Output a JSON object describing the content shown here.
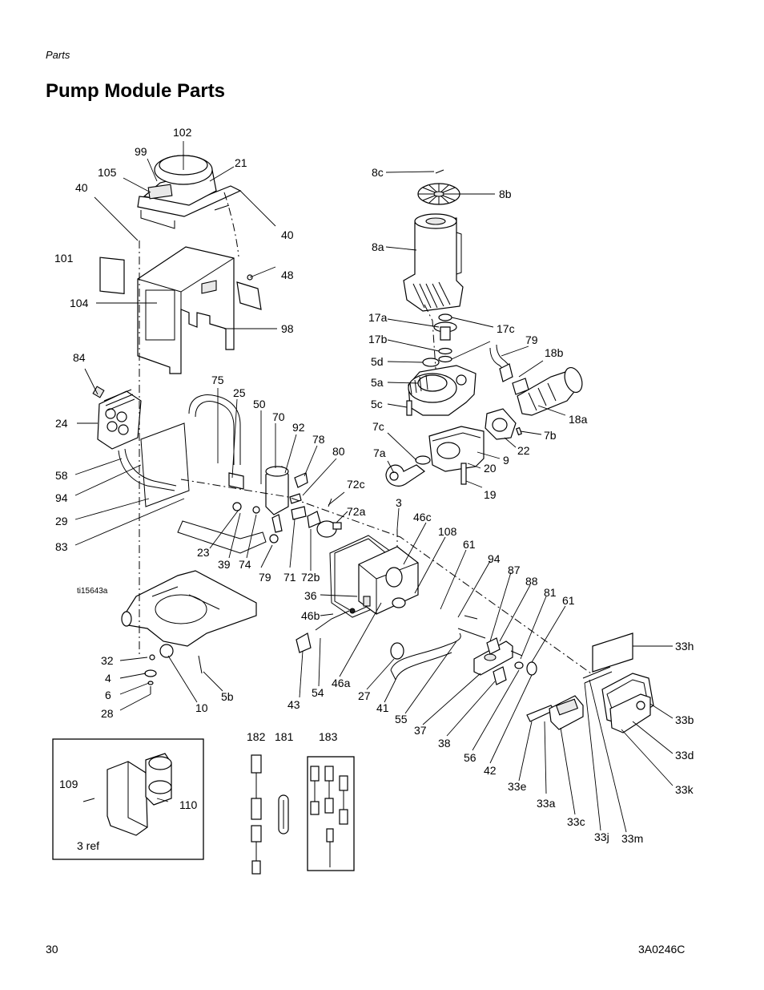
{
  "header": {
    "section": "Parts",
    "title": "Pump Module Parts"
  },
  "footer": {
    "page_number": "30",
    "doc_number": "3A0246C"
  },
  "figure_id": "ti15643a",
  "callouts": {
    "c102": "102",
    "c99": "99",
    "c21": "21",
    "c105": "105",
    "c40a": "40",
    "c40b": "40",
    "c101": "101",
    "c48": "48",
    "c104": "104",
    "c98": "98",
    "c84": "84",
    "c24": "24",
    "c75": "75",
    "c25": "25",
    "c50": "50",
    "c70": "70",
    "c92": "92",
    "c78": "78",
    "c80": "80",
    "c58": "58",
    "c94a": "94",
    "c29": "29",
    "c83": "83",
    "c23": "23",
    "c39": "39",
    "c74": "74",
    "c79a": "79",
    "c71": "71",
    "c72b": "72b",
    "c72c": "72c",
    "c72a": "72a",
    "c8c": "8c",
    "c8b": "8b",
    "c8a": "8a",
    "c17a": "17a",
    "c17c": "17c",
    "c17b": "17b",
    "c79b": "79",
    "c18b": "18b",
    "c5d": "5d",
    "c5a": "5a",
    "c5c": "5c",
    "c18a": "18a",
    "c7c": "7c",
    "c7b": "7b",
    "c22": "22",
    "c9": "9",
    "c7a": "7a",
    "c20": "20",
    "c19": "19",
    "c3": "3",
    "c46c": "46c",
    "c108": "108",
    "c61a": "61",
    "c94b": "94",
    "c87": "87",
    "c88": "88",
    "c81": "81",
    "c61b": "61",
    "c36": "36",
    "c46b": "46b",
    "c46a": "46a",
    "c43": "43",
    "c54": "54",
    "c27": "27",
    "c41": "41",
    "c55": "55",
    "c37": "37",
    "c38": "38",
    "c56": "56",
    "c42": "42",
    "c33e": "33e",
    "c33a": "33a",
    "c33c": "33c",
    "c33j": "33j",
    "c33m": "33m",
    "c33h": "33h",
    "c33b": "33b",
    "c33d": "33d",
    "c33k": "33k",
    "c32": "32",
    "c4": "4",
    "c6": "6",
    "c28": "28",
    "c10": "10",
    "c5b": "5b",
    "c109": "109",
    "c110": "110",
    "c3ref": "3 ref",
    "c182": "182",
    "c181": "181",
    "c183": "183"
  }
}
